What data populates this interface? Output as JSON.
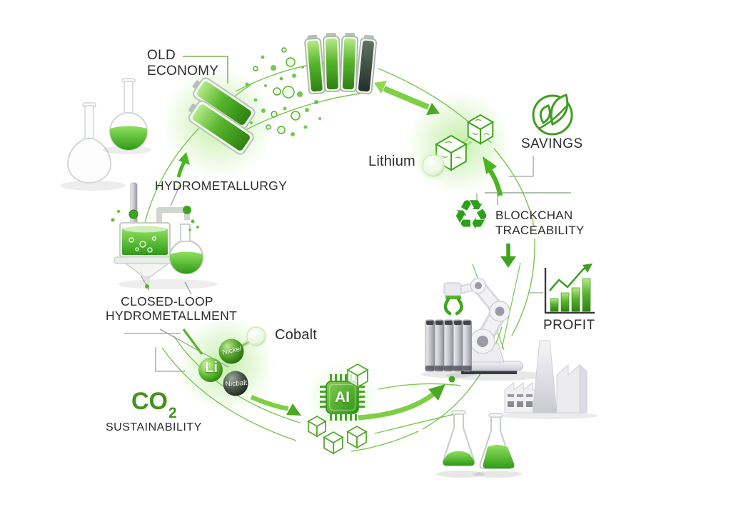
{
  "labels": {
    "old_economy_line1": "OLD",
    "old_economy_line2": "ECONOMY",
    "hydrometallurgy": "HYDROMETALLURGY",
    "closed_loop_line1": "CLOSED-LOOP",
    "closed_loop_line2": "HYDROMETALLMENT",
    "cobalt": "Cobalt",
    "lithium": "Lithium",
    "savings": "SAVINGS",
    "blockchain_line1": "BLOCKCHAN",
    "blockchain_line2": "TRACEABILITY",
    "profit": "PROFIT",
    "co2_base": "CO",
    "co2_sub": "2",
    "sustainability": "SUSTAINABILITY",
    "ai_chip": "AI",
    "sphere_li": "Li",
    "sphere_nickel": "Nickel",
    "sphere_nicbalt": "Nicbalt"
  },
  "icons": {
    "recycle": "♻"
  },
  "colors": {
    "accent_green": "#3fa51e",
    "light_green": "#8fd14f",
    "co2_green": "#45921d",
    "text_dark": "#2d2d2d",
    "machine_gray": "#c6c6cf"
  }
}
